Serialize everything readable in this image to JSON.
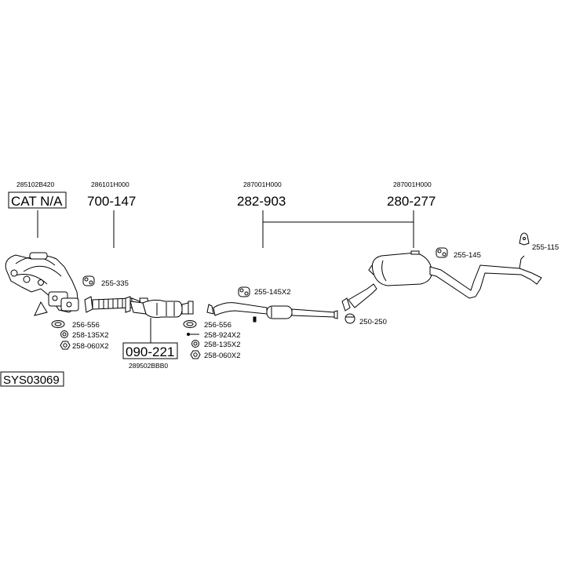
{
  "assemblies": [
    {
      "oem": "285102B420",
      "code": "CAT N/A",
      "boxed": true
    },
    {
      "oem": "286101H000",
      "code": "700-147",
      "boxed": false
    },
    {
      "oem": "287001H000",
      "code": "282-903",
      "boxed": false
    },
    {
      "oem": "287001H000",
      "code": "280-277",
      "boxed": false
    },
    {
      "oem": "289502BBB0",
      "code": "090-221",
      "boxed": true
    }
  ],
  "parts": {
    "p255_335": "255-335",
    "p255_145x2": "255-145X2",
    "p255_145": "255-145",
    "p255_115": "255-115",
    "p250_250": "250-250",
    "p256_556_a": "256-556",
    "p258_135x2_a": "258-135X2",
    "p258_060x2_a": "258-060X2",
    "p256_556_b": "256-556",
    "p258_924x2": "258-924X2",
    "p258_135x2_b": "258-135X2",
    "p258_060x2_b": "258-060X2"
  },
  "system_id": "SYS03069",
  "colors": {
    "line": "#000000",
    "part_fill": "#ffffff"
  }
}
